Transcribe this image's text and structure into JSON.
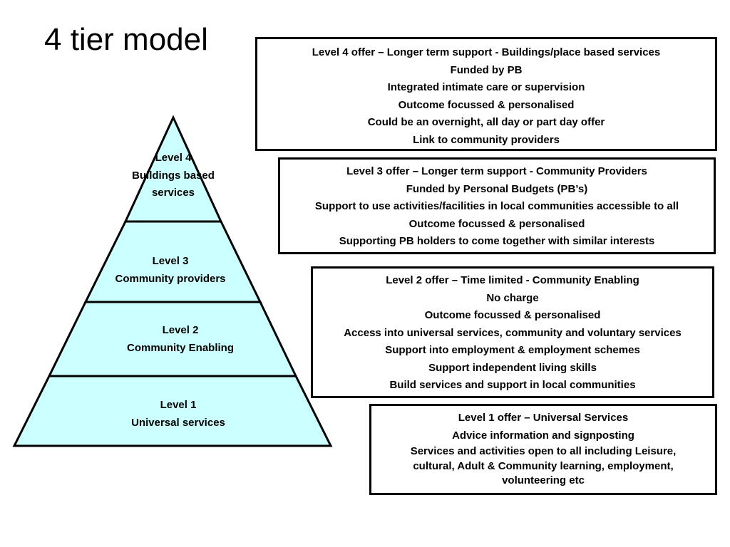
{
  "title": "4 tier model",
  "pyramid": {
    "fill_color": "#ccffff",
    "tiers": [
      {
        "level": "Level 4",
        "lines": [
          "Level 4",
          "Buildings based",
          "services"
        ]
      },
      {
        "level": "Level 3",
        "lines": [
          "Level 3",
          "Community providers"
        ]
      },
      {
        "level": "Level 2",
        "lines": [
          "Level 2",
          "Community Enabling"
        ]
      },
      {
        "level": "Level 1",
        "lines": [
          "Level 1",
          "Universal services"
        ]
      }
    ]
  },
  "offers": [
    {
      "heading": "Level 4 offer – Longer term support - Buildings/place based services",
      "lines": [
        "Funded by PB",
        "Integrated intimate care or supervision",
        "Outcome focussed & personalised",
        "Could be an overnight, all day or part day offer",
        "Link to community providers"
      ]
    },
    {
      "heading": "Level 3 offer – Longer term support - Community Providers",
      "lines": [
        "Funded by Personal Budgets (PB’s)",
        "Support to use activities/facilities in local communities accessible to all",
        "Outcome focussed & personalised",
        "Supporting PB holders to come together with similar interests"
      ]
    },
    {
      "heading": "Level 2 offer – Time limited - Community Enabling",
      "lines": [
        "No charge",
        "Outcome focussed & personalised",
        "Access into universal services, community and voluntary services",
        "Support into employment & employment schemes",
        "Support independent living skills",
        "Build services and support in local communities"
      ]
    },
    {
      "heading": "Level 1 offer – Universal Services",
      "lines": [
        "Advice information and signposting",
        "Services and activities open to all including Leisure, cultural, Adult & Community learning, employment, volunteering etc"
      ]
    }
  ]
}
